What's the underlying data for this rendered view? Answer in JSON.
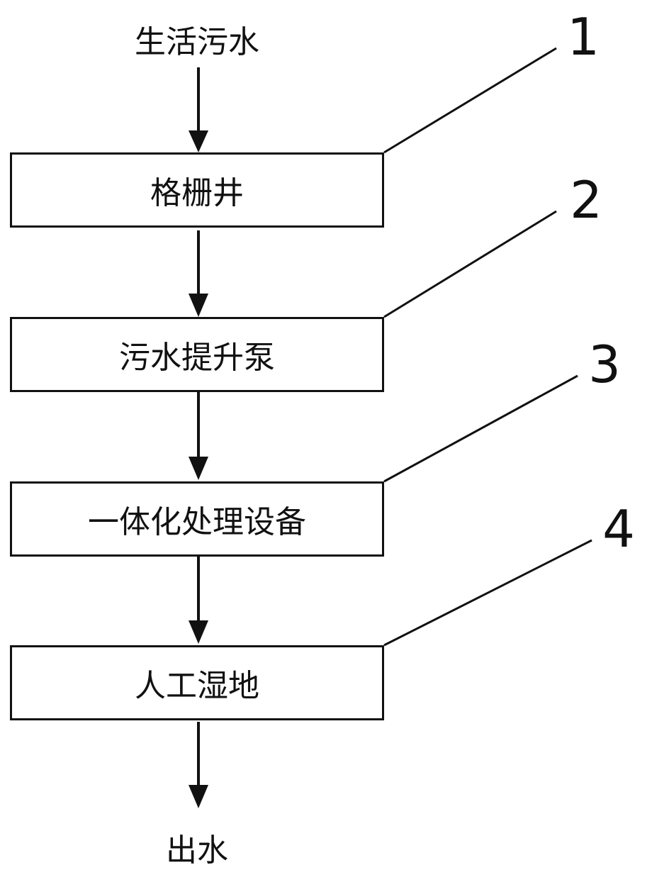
{
  "input_label": "生活污水",
  "output_label": "出水",
  "steps": [
    {
      "label": "格栅井",
      "ref": "1"
    },
    {
      "label": "污水提升泵",
      "ref": "2"
    },
    {
      "label": "一体化处理设备",
      "ref": "3"
    },
    {
      "label": "人工湿地",
      "ref": "4"
    }
  ]
}
